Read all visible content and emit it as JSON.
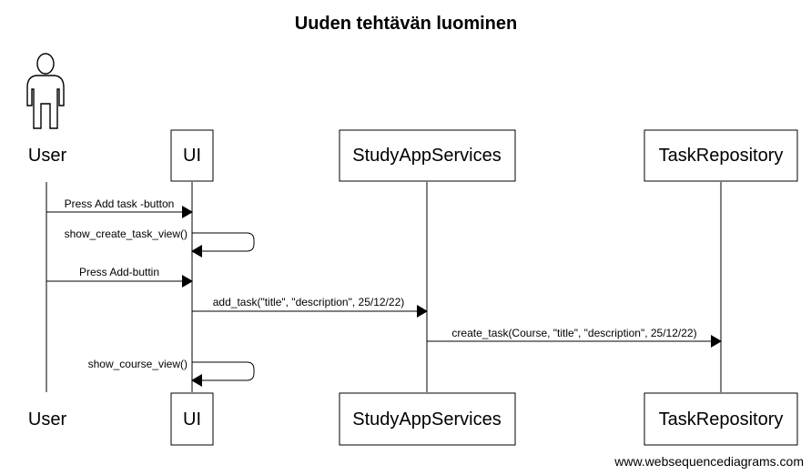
{
  "title": "Uuden tehtävän luominen",
  "participants": {
    "user": "User",
    "ui": "UI",
    "services": "StudyAppServices",
    "repo": "TaskRepository"
  },
  "messages": {
    "m1": "Press Add task -button",
    "m2": "show_create_task_view()",
    "m3": "Press Add-buttin",
    "m4": "add_task(\"title\", \"description\", 25/12/22)",
    "m5": "create_task(Course, \"title\", \"description\", 25/12/22)",
    "m6": "show_course_view()"
  },
  "footer": "www.websequencediagrams.com"
}
